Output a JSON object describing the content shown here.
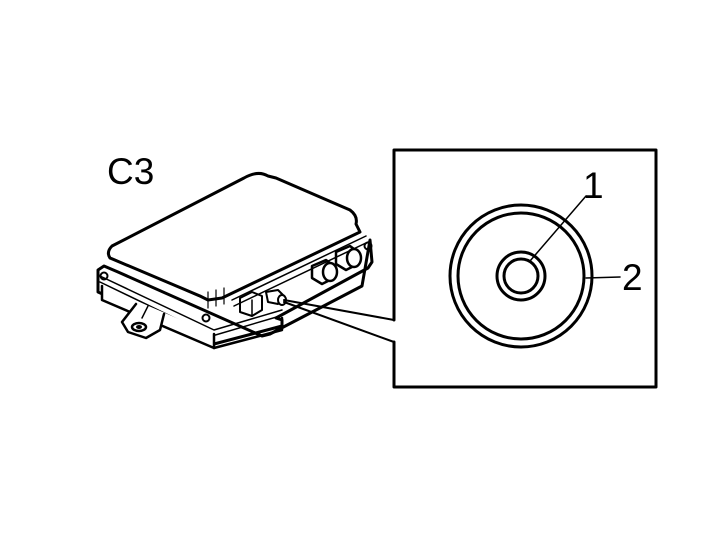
{
  "diagram": {
    "component_label": "C3",
    "callouts": [
      {
        "number": "1",
        "target": "inner-ring"
      },
      {
        "number": "2",
        "target": "outer-ring"
      }
    ],
    "colors": {
      "line": "#000000",
      "background": "#ffffff"
    }
  }
}
